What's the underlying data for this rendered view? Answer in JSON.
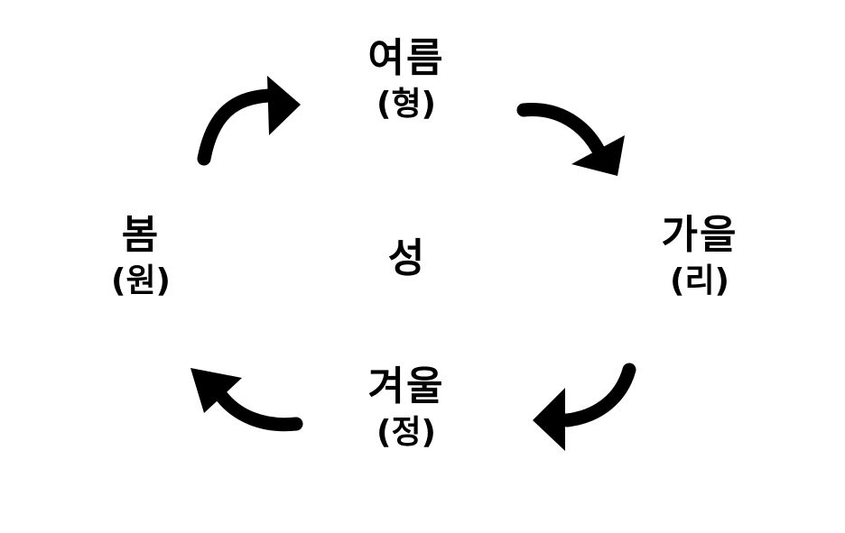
{
  "diagram": {
    "center": "성",
    "nodes": {
      "top": {
        "season": "여름",
        "virtue": "(형)"
      },
      "right": {
        "season": "가을",
        "virtue": "(리)"
      },
      "bottom": {
        "season": "겨울",
        "virtue": "(정)"
      },
      "left": {
        "season": "봄",
        "virtue": "(원)"
      }
    },
    "cycle_order": [
      "봄",
      "여름",
      "가을",
      "겨울"
    ],
    "arrow_color": "#000000",
    "text_color": "#000000",
    "background_color": "#ffffff"
  }
}
